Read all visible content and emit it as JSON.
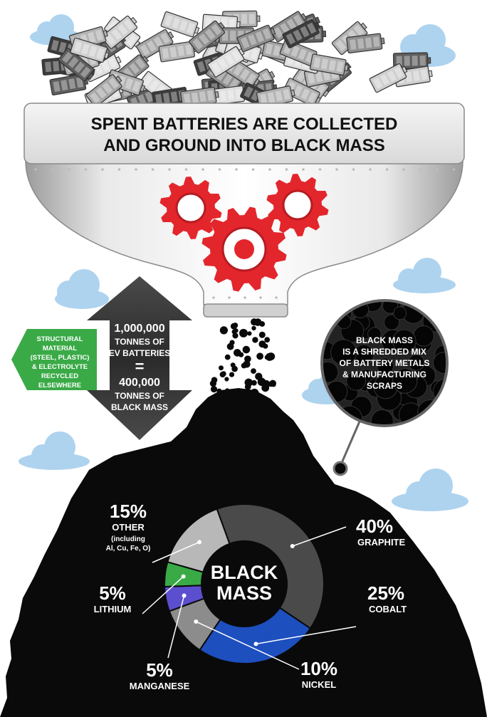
{
  "funnel": {
    "line1": "SPENT BATTERIES ARE COLLECTED",
    "line2_prefix": "AND GROUND INTO ",
    "line2_bold": "BLACK MASS"
  },
  "arrow": {
    "top_number": "1,000,000",
    "top_line1": "TONNES OF",
    "top_line2": "EV BATTERIES",
    "equals": "=",
    "bottom_number": "400,000",
    "bottom_line1": "TONNES OF",
    "bottom_line2": "BLACK MASS"
  },
  "recycled": {
    "lines": [
      "STRUCTURAL",
      "MATERIAL",
      "(STEEL, PLASTIC)",
      "& ELECTROLYTE",
      "RECYCLED",
      "ELSEWHERE"
    ],
    "color": "#3aaa47"
  },
  "bubble": {
    "lines": [
      "BLACK MASS",
      "IS A SHREDDED MIX",
      "OF BATTERY METALS",
      "& MANUFACTURING",
      "SCRAPS"
    ]
  },
  "donut": {
    "center_line1": "BLACK",
    "center_line2": "MASS",
    "segments": [
      {
        "pct": "40%",
        "label": "GRAPHITE",
        "value": 40,
        "color": "#4a4a4a"
      },
      {
        "pct": "25%",
        "label": "COBALT",
        "value": 25,
        "color": "#1d4fbf"
      },
      {
        "pct": "10%",
        "label": "NICKEL",
        "value": 10,
        "color": "#8c8c8c"
      },
      {
        "pct": "5%",
        "label": "MANGANESE",
        "value": 5,
        "color": "#5b4fcf"
      },
      {
        "pct": "5%",
        "label": "LITHIUM",
        "value": 5,
        "color": "#3aaa47"
      },
      {
        "pct": "15%",
        "label": "OTHER",
        "value": 15,
        "color": "#b8b8b8",
        "sub1": "(including",
        "sub2": "Al, Cu, Fe, O)"
      }
    ]
  },
  "colors": {
    "gear_red": "#e3262c",
    "sky_blue": "#aed3ef",
    "black": "#0a0a0a"
  }
}
